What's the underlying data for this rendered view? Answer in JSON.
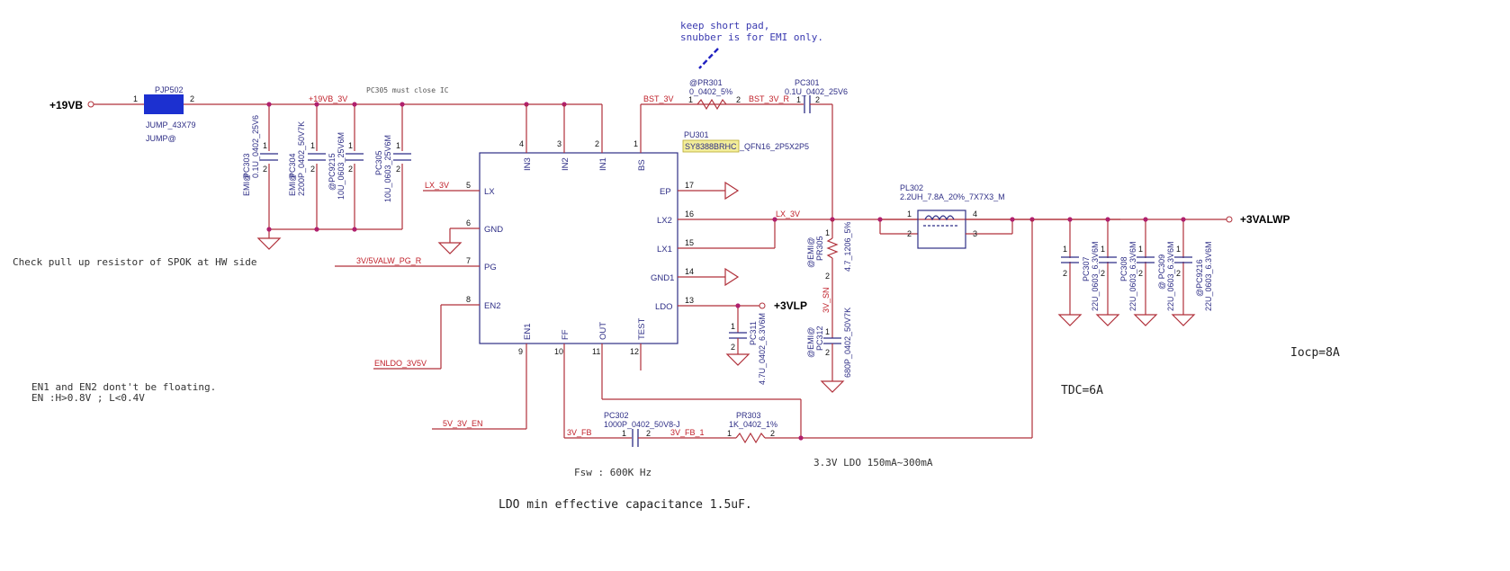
{
  "power": {
    "vin": "+19VB",
    "vout": "+3VALWP",
    "ldo_out": "+3VLP"
  },
  "jumper": {
    "ref": "PJP502",
    "value": "JUMP_43X79",
    "variant": "JUMP@",
    "pin1": "1",
    "pin2": "2"
  },
  "ic": {
    "ref": "PU301",
    "part": "SY8388BRHC",
    "package": "_QFN16_2P5X2P5",
    "pins": {
      "in3": {
        "name": "IN3",
        "num": "4"
      },
      "in2": {
        "name": "IN2",
        "num": "3"
      },
      "in1": {
        "name": "IN1",
        "num": "2"
      },
      "bs": {
        "name": "BS",
        "num": "1"
      },
      "lx": {
        "name": "LX",
        "num": "5"
      },
      "gnd": {
        "name": "GND",
        "num": "6"
      },
      "pg": {
        "name": "PG",
        "num": "7"
      },
      "en2": {
        "name": "EN2",
        "num": "8"
      },
      "en1": {
        "name": "EN1",
        "num": "9"
      },
      "ff": {
        "name": "FF",
        "num": "10"
      },
      "out": {
        "name": "OUT",
        "num": "11"
      },
      "test": {
        "name": "TEST",
        "num": "12"
      },
      "ep": {
        "name": "EP",
        "num": "17"
      },
      "lx2": {
        "name": "LX2",
        "num": "16"
      },
      "lx1": {
        "name": "LX1",
        "num": "15"
      },
      "gnd1": {
        "name": "GND1",
        "num": "14"
      },
      "ldo": {
        "name": "LDO",
        "num": "13"
      }
    }
  },
  "nets": {
    "vin_3v": "+19VB_3V",
    "bst": "BST_3V",
    "bst_r": "BST_3V_R",
    "lx_left": "LX_3V",
    "lx_right": "LX_3V",
    "pg": "3V/5VALW_PG_R",
    "en2": "ENLDO_3V5V",
    "en1": "5V_3V_EN",
    "fb": "3V_FB",
    "fb1": "3V_FB_1",
    "sn": "3V_SN"
  },
  "components": {
    "pc303": {
      "ref": "PC303",
      "value": "0.1U_0402_25V6",
      "variant": "EMI@",
      "p1": "1",
      "p2": "2"
    },
    "pc304": {
      "ref": "PC304",
      "value": "2200P_0402_50V7K",
      "variant": "EMI@",
      "p1": "1",
      "p2": "2"
    },
    "pc9215": {
      "ref": "@PC9215",
      "value": "10U_0603_25V6M",
      "p1": "1",
      "p2": "2"
    },
    "pc305": {
      "ref": "PC305",
      "value": "10U_0603_25V6M",
      "p1": "1",
      "p2": "2"
    },
    "pr301": {
      "ref": "@PR301",
      "value": "0_0402_5%",
      "p1": "1",
      "p2": "2"
    },
    "pc301": {
      "ref": "PC301",
      "value": "0.1U_0402_25V6",
      "p1": "1",
      "p2": "2"
    },
    "pl302": {
      "ref": "PL302",
      "value": "2.2UH_7.8A_20%_7X7X3_M",
      "p1": "1",
      "p2": "2",
      "p3": "3",
      "p4": "4"
    },
    "pr305": {
      "ref": "PR305",
      "variant": "@EMI@",
      "value": "4.7_1206_5%",
      "p1": "1",
      "p2": "2"
    },
    "pc312": {
      "ref": "PC312",
      "variant": "@EMI@",
      "value": "680P_0402_50V7K",
      "p1": "1",
      "p2": "2"
    },
    "pc311": {
      "ref": "PC311",
      "value": "4.7U_0402_6.3V6M",
      "p1": "1",
      "p2": "2"
    },
    "pc302": {
      "ref": "PC302",
      "value": "1000P_0402_50V8-J",
      "p1": "1",
      "p2": "2"
    },
    "pr303": {
      "ref": "PR303",
      "value": "1K_0402_1%",
      "p1": "1",
      "p2": "2"
    },
    "pc307": {
      "ref": "PC307",
      "value": "22U_0603_6.3V6M",
      "p1": "1",
      "p2": "2"
    },
    "pc308": {
      "ref": "PC308",
      "value": "22U_0603_6.3V6M",
      "p1": "1",
      "p2": "2"
    },
    "pc309": {
      "ref": "@ PC309",
      "value": "22U_0603_6.3V6M",
      "p1": "1",
      "p2": "2"
    },
    "pc9216": {
      "ref": "@PC9216",
      "value": "22U_0603_6.3V6M",
      "p1": "1",
      "p2": "2"
    }
  },
  "notes": {
    "snubber_line1": "keep short pad,",
    "snubber_line2": "snubber is for EMI only.",
    "pc305_close": "PC305 must close IC",
    "spok": "Check pull up resistor of SPOK at HW side",
    "en_line1": "EN1 and EN2 dont't be floating.",
    "en_line2": "EN :H>0.8V  ; L<0.4V",
    "fsw": "Fsw : 600K Hz",
    "ldo_cap": "LDO min effective capacitance 1.5uF.",
    "ldo_current": "3.3V LDO 150mA~300mA",
    "tdc": "TDC=6A",
    "iocp": "Iocp=8A"
  },
  "colors": {
    "wire": "#b0303a",
    "symbol": "#2e2e86",
    "junction": "#b0206e",
    "part_highlight": "#f3ee9a"
  }
}
